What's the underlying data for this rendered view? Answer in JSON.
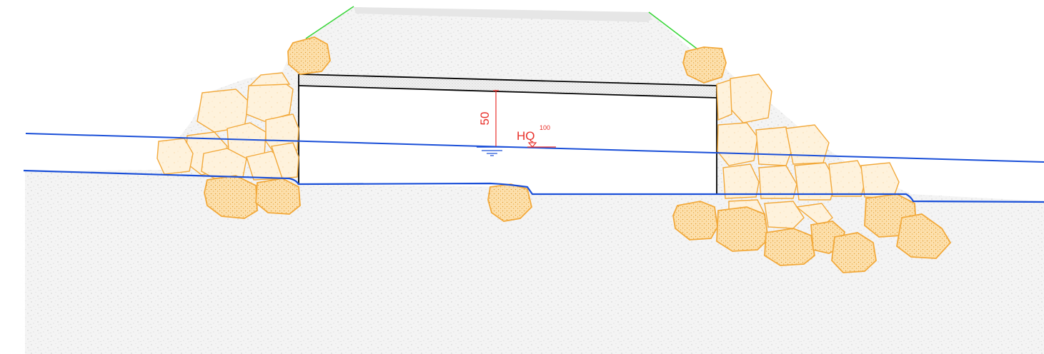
{
  "dimension": {
    "value": "50"
  },
  "water_level": {
    "label": "HQ",
    "superscript": "100"
  },
  "colors": {
    "ground_fill": "#f4f4f4",
    "ground_speckle": "#c8c8c8",
    "water_line": "#1a4fd8",
    "annotation": "#e8302a",
    "stone_outline": "#f2a93b",
    "stone_fill_light": "#fef2dc",
    "stone_fill_dense": "#fde2b0",
    "stone_stipple": "#e39a2c",
    "slope_line": "#3ad63a",
    "road_surface": "#e6e6e6",
    "culvert_outline": "#000000"
  },
  "icons": {
    "water_level_marker": "water-level-triangle-icon"
  }
}
